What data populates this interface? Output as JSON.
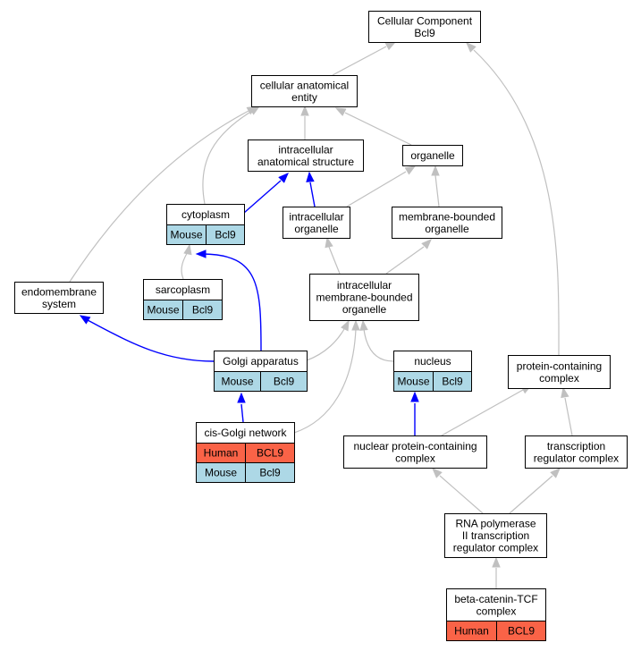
{
  "colors": {
    "mouse": "#add8e6",
    "human": "#fa6347",
    "gray_edge": "#c0c0c0",
    "blue_edge": "#0000ff"
  },
  "nodes": {
    "cellular_component": [
      "Cellular Component",
      "Bcl9"
    ],
    "cellular_anatomical_entity": [
      "cellular anatomical",
      "entity"
    ],
    "intracellular_anatomical_structure": [
      "intracellular",
      "anatomical structure"
    ],
    "organelle": [
      "organelle"
    ],
    "cytoplasm": [
      "cytoplasm"
    ],
    "intracellular_organelle": [
      "intracellular",
      "organelle"
    ],
    "membrane_bounded_organelle": [
      "membrane-bounded",
      "organelle"
    ],
    "endomembrane_system": [
      "endomembrane",
      "system"
    ],
    "sarcoplasm": [
      "sarcoplasm"
    ],
    "intracellular_membrane_bounded_organelle": [
      "intracellular",
      "membrane-bounded",
      "organelle"
    ],
    "golgi_apparatus": [
      "Golgi apparatus"
    ],
    "nucleus": [
      "nucleus"
    ],
    "protein_containing_complex": [
      "protein-containing",
      "complex"
    ],
    "cis_golgi_network": [
      "cis-Golgi network"
    ],
    "nuclear_protein_containing_complex": [
      "nuclear protein-containing",
      "complex"
    ],
    "transcription_regulator_complex": [
      "transcription",
      "regulator complex"
    ],
    "rna_pol_ii_complex": [
      "RNA polymerase",
      "II transcription",
      "regulator complex"
    ],
    "beta_catenin_tcf_complex": [
      "beta-catenin-TCF",
      "complex"
    ]
  },
  "annotations": {
    "cytoplasm": [
      [
        "Mouse",
        "Bcl9"
      ]
    ],
    "sarcoplasm": [
      [
        "Mouse",
        "Bcl9"
      ]
    ],
    "golgi_apparatus": [
      [
        "Mouse",
        "Bcl9"
      ]
    ],
    "nucleus": [
      [
        "Mouse",
        "Bcl9"
      ]
    ],
    "cis_golgi_network": [
      [
        "Human",
        "BCL9"
      ],
      [
        "Mouse",
        "Bcl9"
      ]
    ],
    "beta_catenin_tcf_complex": [
      [
        "Human",
        "BCL9"
      ]
    ]
  }
}
